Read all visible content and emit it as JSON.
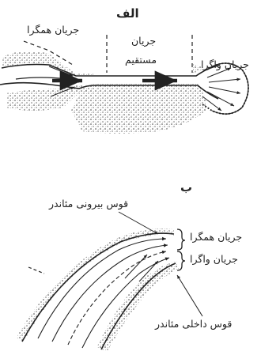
{
  "panel_a": {
    "title": "الف",
    "label_convergent": "جریان همگرا",
    "label_straight_1": "جریان",
    "label_straight_2": "مستقیم",
    "label_divergent": "جریان واگرا"
  },
  "panel_b": {
    "title": "ب",
    "label_outer_bend": "قوس بیرونی مئاندر",
    "label_convergent": "جریان همگرا",
    "label_divergent": "جریان واگرا",
    "label_inner_bend": "قوس داخلی مئاندر"
  }
}
